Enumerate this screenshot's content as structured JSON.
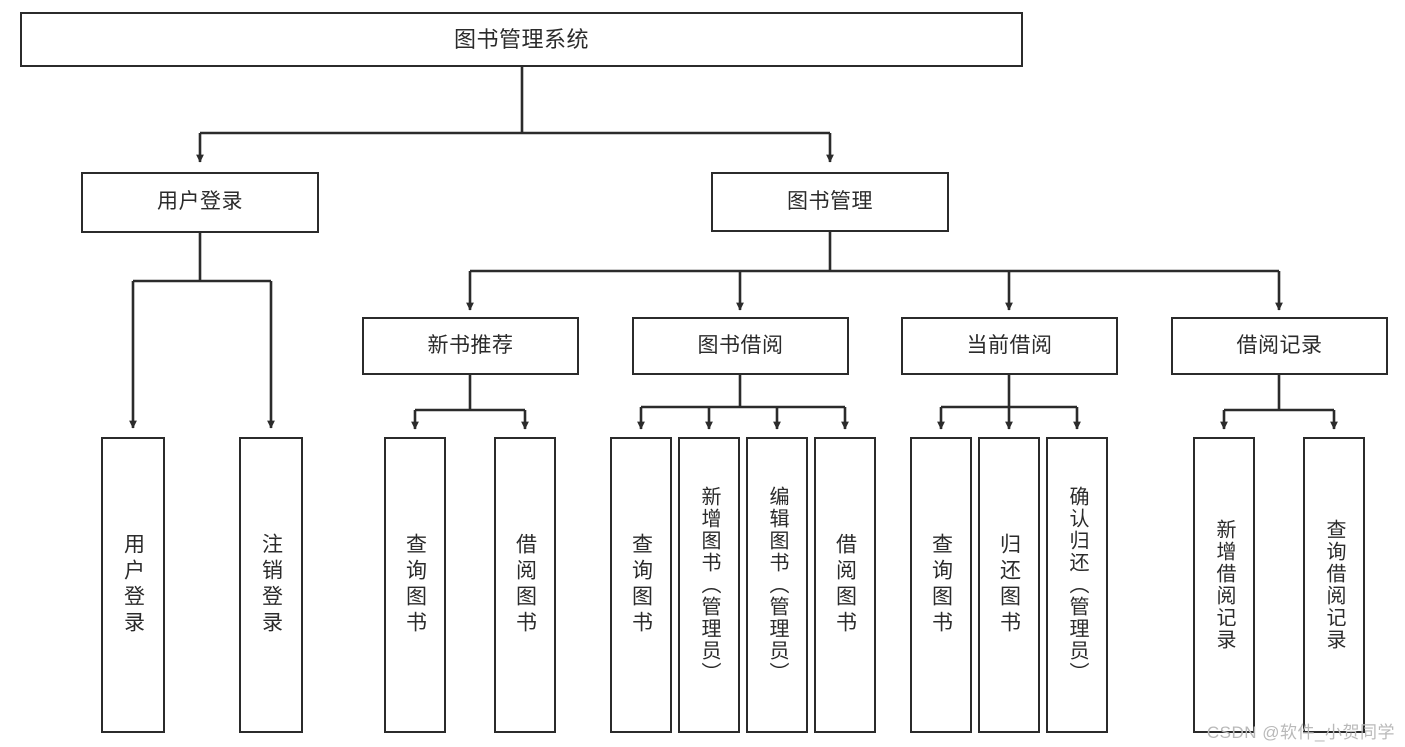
{
  "diagram": {
    "kind": "function-structure-tree",
    "root": {
      "id": "root",
      "label": "图书管理系统"
    },
    "level1": [
      {
        "id": "user-login",
        "label": "用户登录"
      },
      {
        "id": "book-manage",
        "label": "图书管理"
      }
    ],
    "level2": [
      {
        "id": "new-book-recommend",
        "label": "新书推荐",
        "parent": "book-manage"
      },
      {
        "id": "book-borrow",
        "label": "图书借阅",
        "parent": "book-manage"
      },
      {
        "id": "current-borrow",
        "label": "当前借阅",
        "parent": "book-manage"
      },
      {
        "id": "borrow-record",
        "label": "借阅记录",
        "parent": "book-manage"
      }
    ],
    "leaves": [
      {
        "id": "leaf-user-login",
        "label": "用户登录",
        "parent": "user-login"
      },
      {
        "id": "leaf-user-logout",
        "label": "注销登录",
        "parent": "user-login"
      },
      {
        "id": "leaf-query-book-1",
        "label": "查询图书",
        "parent": "new-book-recommend"
      },
      {
        "id": "leaf-borrow-book-1",
        "label": "借阅图书",
        "parent": "new-book-recommend"
      },
      {
        "id": "leaf-query-book-2",
        "label": "查询图书",
        "parent": "book-borrow"
      },
      {
        "id": "leaf-add-book",
        "label": "新增图书（管理员）",
        "parent": "book-borrow"
      },
      {
        "id": "leaf-edit-book",
        "label": "编辑图书（管理员）",
        "parent": "book-borrow"
      },
      {
        "id": "leaf-borrow-book-2",
        "label": "借阅图书",
        "parent": "book-borrow"
      },
      {
        "id": "leaf-query-book-3",
        "label": "查询图书",
        "parent": "current-borrow"
      },
      {
        "id": "leaf-return-book",
        "label": "归还图书",
        "parent": "current-borrow"
      },
      {
        "id": "leaf-confirm-return",
        "label": "确认归还（管理员）",
        "parent": "current-borrow"
      },
      {
        "id": "leaf-add-record",
        "label": "新增借阅记录",
        "parent": "borrow-record"
      },
      {
        "id": "leaf-query-record",
        "label": "查询借阅记录",
        "parent": "borrow-record"
      }
    ]
  },
  "watermark": {
    "text": "CSDN @软件_小贺同学"
  },
  "colors": {
    "stroke": "#2b2b2b",
    "background": "#ffffff",
    "watermark": "#b9b9b9"
  }
}
